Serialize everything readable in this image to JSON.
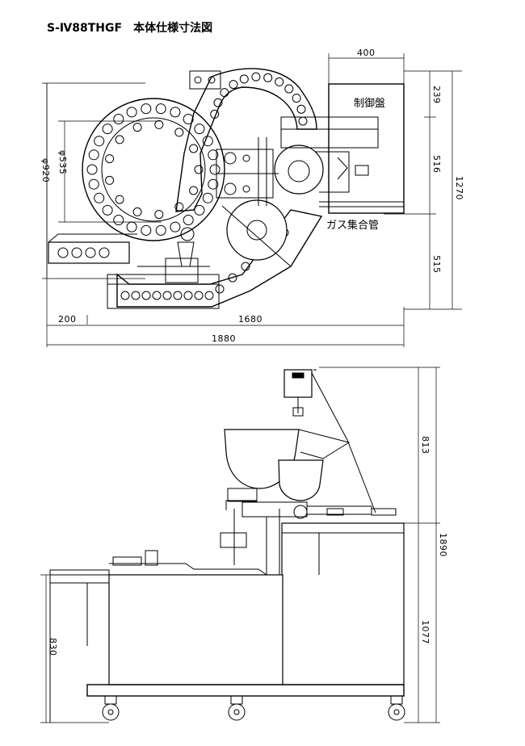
{
  "header": {
    "title": "S-Ⅳ88THGF　本体仕様寸法図"
  },
  "top_view": {
    "labels": {
      "control_panel": "制御盤",
      "gas_manifold": "ガス集合管"
    },
    "dims": {
      "panel_width": "400",
      "h_239": "239",
      "h_516": "516",
      "h_515": "515",
      "total_depth": "1270",
      "dia_outer": "φ920",
      "dia_inner": "φ535",
      "w_200": "200",
      "w_1680": "1680",
      "w_1880": "1880"
    }
  },
  "side_view": {
    "dims": {
      "h_813": "813",
      "h_1077": "1077",
      "h_1890": "1890",
      "h_830": "830"
    }
  }
}
